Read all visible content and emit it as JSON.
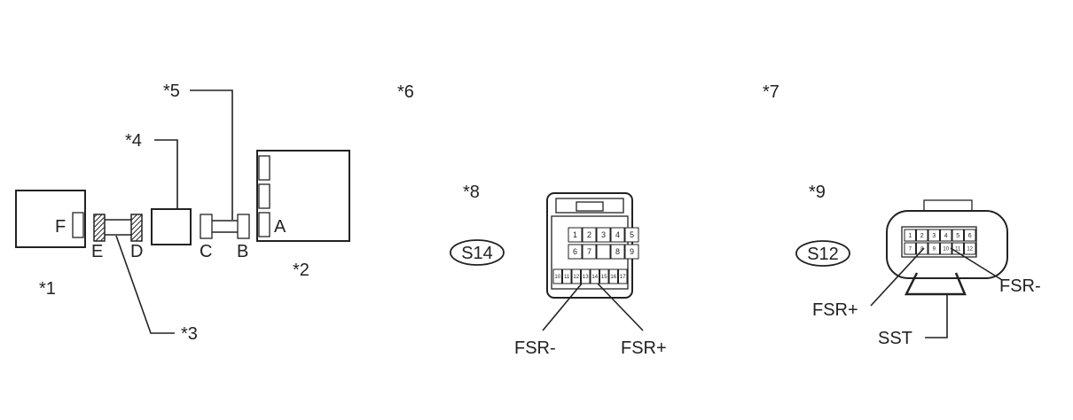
{
  "callouts": {
    "c1": "*1",
    "c2": "*2",
    "c3": "*3",
    "c4": "*4",
    "c5": "*5",
    "c6": "*6",
    "c7": "*7",
    "c8": "*8",
    "c9": "*9"
  },
  "terminals": {
    "a": "A",
    "b": "B",
    "c": "C",
    "d": "D",
    "e": "E",
    "f": "F"
  },
  "connector_s14": {
    "badge": "S14",
    "pins_row1": [
      "1",
      "2",
      "3",
      "4",
      "5"
    ],
    "pins_row2": [
      "6",
      "7",
      "",
      "8",
      "9"
    ],
    "pins_row3": [
      "10",
      "11",
      "12",
      "13",
      "14",
      "15",
      "16",
      "17"
    ],
    "label_left": "FSR-",
    "label_right": "FSR+"
  },
  "connector_s12": {
    "badge": "S12",
    "pins_row1": [
      "1",
      "2",
      "3",
      "4",
      "5",
      "6"
    ],
    "pins_row2": [
      "7",
      "8",
      "9",
      "10",
      "11",
      "12"
    ],
    "label_left": "FSR+",
    "label_right": "FSR-",
    "label_tool": "SST"
  },
  "colors": {
    "line": "#222222",
    "background": "#ffffff",
    "hatch": "#222222"
  }
}
